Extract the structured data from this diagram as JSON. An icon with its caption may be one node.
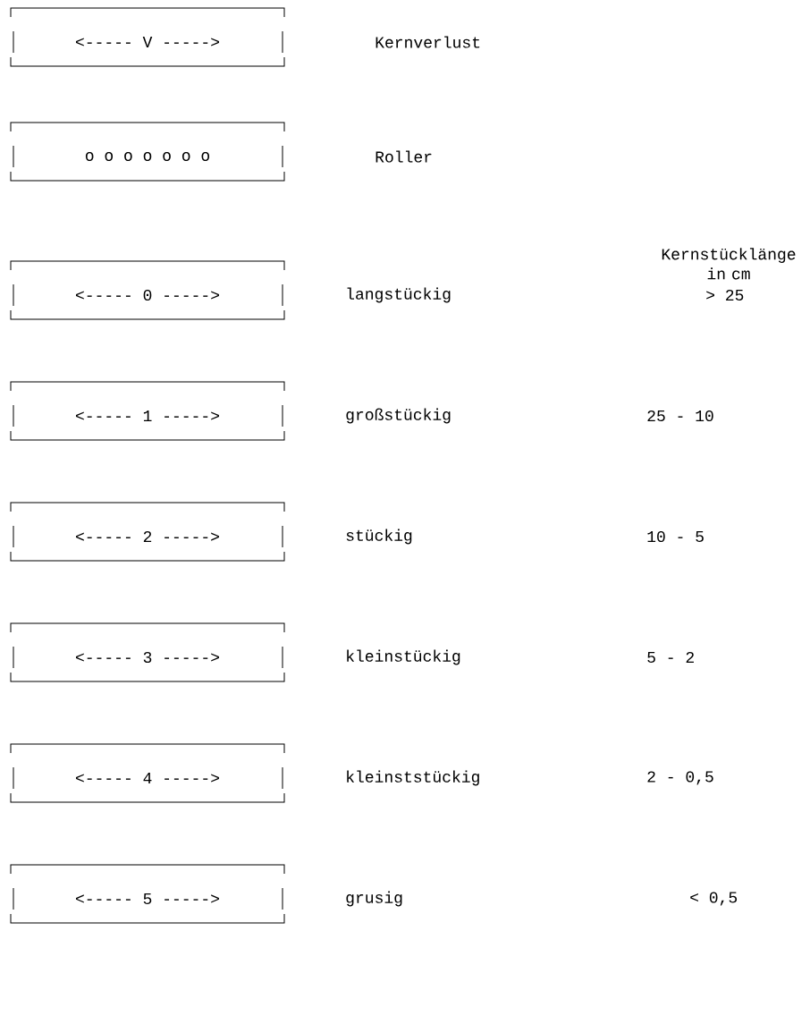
{
  "diagram": {
    "nodes": [
      {
        "text": [
          "<----- V ----->"
        ]
      },
      {
        "text": [
          "o o o o o o o"
        ]
      },
      {
        "text": [
          "<----- 0 ----->"
        ]
      },
      {
        "text": [
          "<----- 1 ----->"
        ]
      },
      {
        "text": [
          "<----- 2 ----->"
        ]
      },
      {
        "text": [
          "<----- 3 ----->"
        ]
      },
      {
        "text": [
          "<----- 4 ----->"
        ]
      },
      {
        "text": [
          "<----- 5 ----->"
        ]
      }
    ],
    "labels": [
      "Kernverlust",
      "Roller",
      "Kernstücklänge in cm",
      "langstückig",
      "> 25",
      "großstückig",
      "25 - 10",
      "stückig",
      "10 - 5",
      "kleinstückig",
      "5 - 2",
      "kleinststückig",
      "2 - 0,5",
      "grusig",
      "< 0,5"
    ]
  }
}
